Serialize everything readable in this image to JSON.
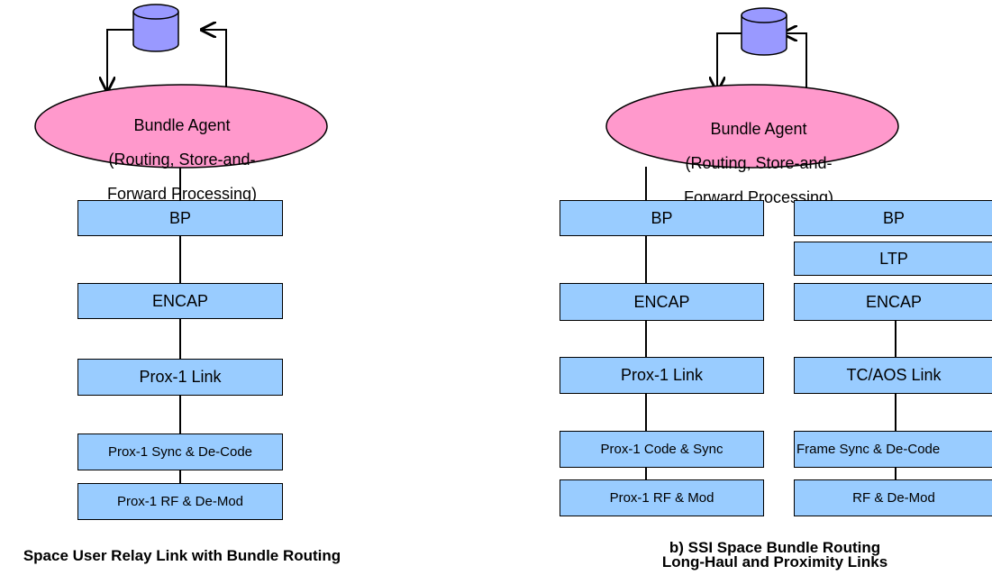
{
  "colors": {
    "box_fill": "#99ccff",
    "agent_fill": "#ff99cc",
    "db_fill": "#9999ff"
  },
  "stack_a": {
    "agent": {
      "line1": "Bundle Agent",
      "line2": "(Routing, Store-and-",
      "line3": "Forward Processing)"
    },
    "bp": "BP",
    "encap": "ENCAP",
    "link": "Prox-1 Link",
    "sync": "Prox-1 Sync & De-Code",
    "rf": "Prox-1 RF & De-Mod",
    "caption": "Space User Relay Link with Bundle Routing"
  },
  "stack_b": {
    "agent": {
      "line1": "Bundle Agent",
      "line2": "(Routing, Store-and-",
      "line3": "Forward Processing)"
    },
    "left": {
      "bp": "BP",
      "encap": "ENCAP",
      "link": "Prox-1 Link",
      "sync": "Prox-1 Code & Sync",
      "rf": "Prox-1 RF & Mod"
    },
    "right": {
      "bp": "BP",
      "ltp": "LTP",
      "encap": "ENCAP",
      "link": "TC/AOS Link",
      "sync": "Frame Sync & De-Code",
      "rf": "RF & De-Mod"
    },
    "caption_line1": "b) SSI Space Bundle Routing",
    "caption_line2": "Long-Haul and Proximity Links"
  }
}
